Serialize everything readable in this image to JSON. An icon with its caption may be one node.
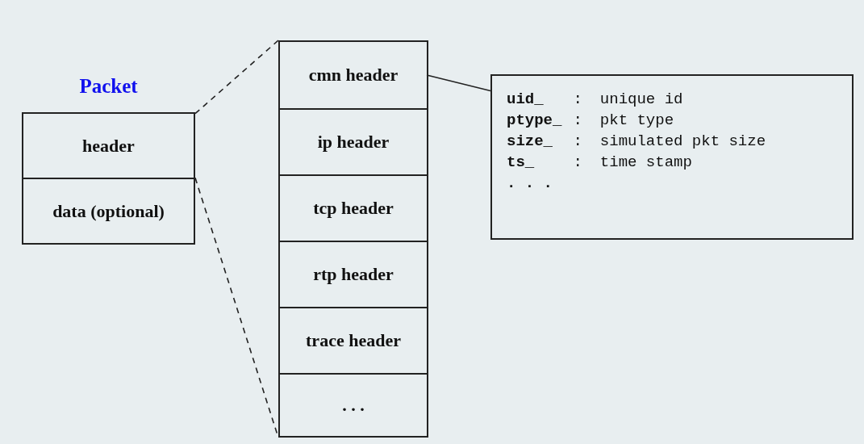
{
  "diagram": {
    "nodes": [
      {
        "text": [
          "Packet"
        ]
      },
      {
        "text": [
          "header"
        ],
        "in": 0
      },
      {
        "text": [
          "data (optional)"
        ],
        "in": 0
      },
      {
        "text": [],
        "shape": "box"
      },
      {
        "text": [
          "cmn header"
        ],
        "in": 3
      },
      {
        "text": [
          "ip header"
        ],
        "in": 3
      },
      {
        "text": [
          "tcp header"
        ],
        "in": 3
      },
      {
        "text": [
          "rtp header"
        ],
        "in": 3
      },
      {
        "text": [
          "trace header"
        ],
        "in": 3
      },
      {
        "text": [
          ". . ."
        ],
        "in": 3
      },
      {
        "text": [
          "uid_",
          ":",
          "unique id",
          "ptype_",
          ":",
          "pkt type",
          "size_",
          ":",
          "simulated pkt size",
          "ts_",
          ":",
          "time stamp",
          ". . ."
        ]
      }
    ],
    "edges": [
      {
        "from": 1,
        "to": 3,
        "arrow": "none",
        "style": "dashed"
      },
      {
        "from": 1,
        "to": 3,
        "arrow": "none",
        "style": "dashed"
      },
      {
        "from": 4,
        "to": 10,
        "arrow": "none"
      }
    ]
  }
}
